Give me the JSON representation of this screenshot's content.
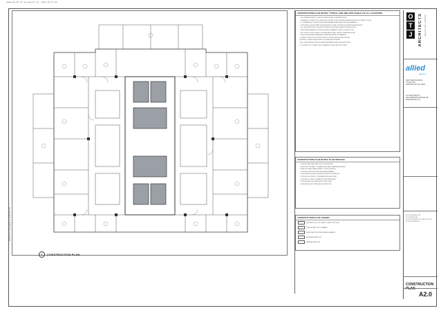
{
  "header": {
    "file_stamp": "2020-06-10 1P Ag August 11, 2018 10:37:42"
  },
  "plan": {
    "number": "1",
    "label": "CONSTRUCTION PLAN"
  },
  "notes": {
    "general_title": "CONSTRUCTION PLAN NOTES: TYPICAL FOR AND APPLICABLE TO ALL LOCATIONS",
    "general_items": [
      "ALL DIMENSIONS ARE TO FACE OF FINISH UNLESS OTHERWISE NOTED.",
      "GENERAL CONTRACTOR TO VERIFY ALL EXISTING CONDITIONS AND DIMENSIONS PRIOR TO START OF WORK.",
      "COORDINATE ALL WORK WITH BUILDING STANDARDS AND LANDLORD REQUIREMENTS.",
      "PROVIDE BLOCKING IN WALLS AS REQUIRED FOR WALL MOUNTED EQUIPMENT AND MILLWORK.",
      "ALL NEW PARTITIONS TO ALIGN WITH EXISTING BUILDING ELEMENTS UNLESS NOTED.",
      "PATCH AND REPAIR ALL EXISTING SURFACES DAMAGED DURING CONSTRUCTION.",
      "ALL DOORS TO BE LOCATED 4\" FROM ADJACENT WALL UNLESS OTHERWISE NOTED.",
      "PROVIDE FIRE RATED ASSEMBLIES WHERE INDICATED ON DRAWINGS.",
      "REFER TO REFLECTED CEILING PLAN FOR CEILING HEIGHTS AND LIGHTING.",
      "REFER TO FINISH PLAN FOR ALL FLOOR AND WALL FINISHES.",
      "ALL PENETRATIONS THROUGH RATED ASSEMBLIES SHALL BE FIRESTOPPED.",
      "CONTRACTOR TO SUBMIT SHOP DRAWINGS FOR ALL MILLWORK ITEMS."
    ],
    "specific_title": "CONSTRUCTION PLAN NOTES: PLAN SPECIFIC",
    "specific_items": [
      "PROVIDE NEW WALL PARTITION TYPE AS SHOWN.",
      "EXISTING CORE WALL TO REMAIN, PATCH AND REPAIR AS REQUIRED.",
      "NEW DOOR AND FRAME, REFER TO DOOR SCHEDULE.",
      "PROVIDE GLASS FRONT WITH ALUMINUM FRAMING.",
      "PROVIDE MILLWORK AS SHOWN ON INTERIOR ELEVATIONS.",
      "PROVIDE FLOOR BOX, COORDINATE WITH ELECTRICAL.",
      "EXISTING COLUMN TO REMAIN, PROVIDE NEW FINISH.",
      "PROVIDE WALL MOUNTED MONITOR BLOCKING.",
      "PROVIDE ACOUSTIC INSULATION IN PARTITION."
    ],
    "legend_title": "CONSTRUCTION PLAN LEGEND",
    "legend_items": [
      "NEW PARTITION TYPE, REFER TO PARTITION TYPES",
      "EXISTING PARTITION TO REMAIN",
      "GLASS PARTITION WITH ALUMINUM FRAMING",
      "FIRE RATED PARTITION",
      "DEMISING PARTITION"
    ]
  },
  "titleblock": {
    "logo_letters": [
      "O",
      "T",
      "J"
    ],
    "firm": "ARCHITECTS",
    "firm_sub": "ARCHITECTURE + INTERIORS",
    "client": "allied",
    "client_sub": "telecom",
    "address_lines": [
      "1860 CAMPUS DRIVE",
      "7TH FLOOR",
      "WASHINGTON, DC 20001"
    ],
    "project_lines": [
      "OTJ ARCHITECTS",
      "1000 VERMONT AVENUE NW",
      "WASHINGTON, DC"
    ],
    "revisions": [
      "08.27.2018  PERMIT SET",
      "09.10.2018  BID SET",
      "10.05.2018  ISSUED FOR CONSTRUCTION",
      "11.20.2018  REVISION 1"
    ],
    "sheet_title": "CONSTRUCTION PLAN",
    "sheet_number": "A2.0"
  }
}
